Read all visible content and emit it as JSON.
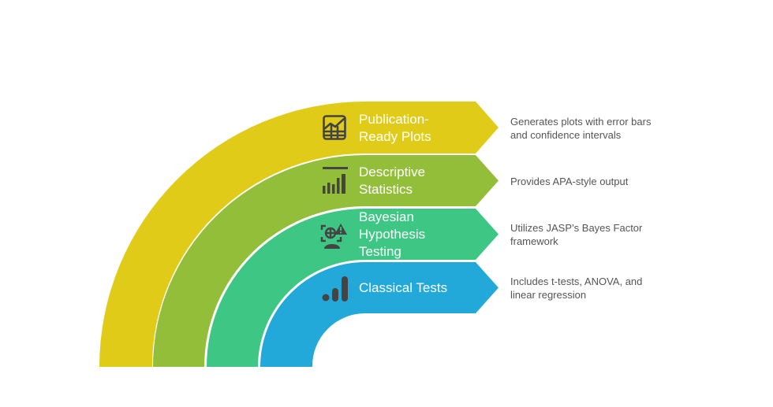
{
  "diagram": {
    "type": "concentric-arc-arrows",
    "layers": [
      {
        "id": "publication-ready-plots",
        "label": "Publication-\nReady Plots",
        "description": "Generates plots with error bars\nand confidence intervals",
        "icon": "chart-grid-trend-icon",
        "color": "#E0CC18"
      },
      {
        "id": "descriptive-statistics",
        "label": "Descriptive\nStatistics",
        "description": "Provides APA-style output",
        "icon": "bar-chart-icon",
        "color": "#93BE3A"
      },
      {
        "id": "bayesian-hypothesis-testing",
        "label": "Bayesian\nHypothesis\nTesting",
        "description": "Utilizes JASP’s Bayes Factor\nframework",
        "icon": "focus-warning-icon",
        "color": "#3EC684"
      },
      {
        "id": "classical-tests",
        "label": "Classical Tests",
        "description": "Includes t-tests, ANOVA, and\nlinear regression",
        "icon": "signal-bars-icon",
        "color": "#22A9DA"
      }
    ]
  }
}
